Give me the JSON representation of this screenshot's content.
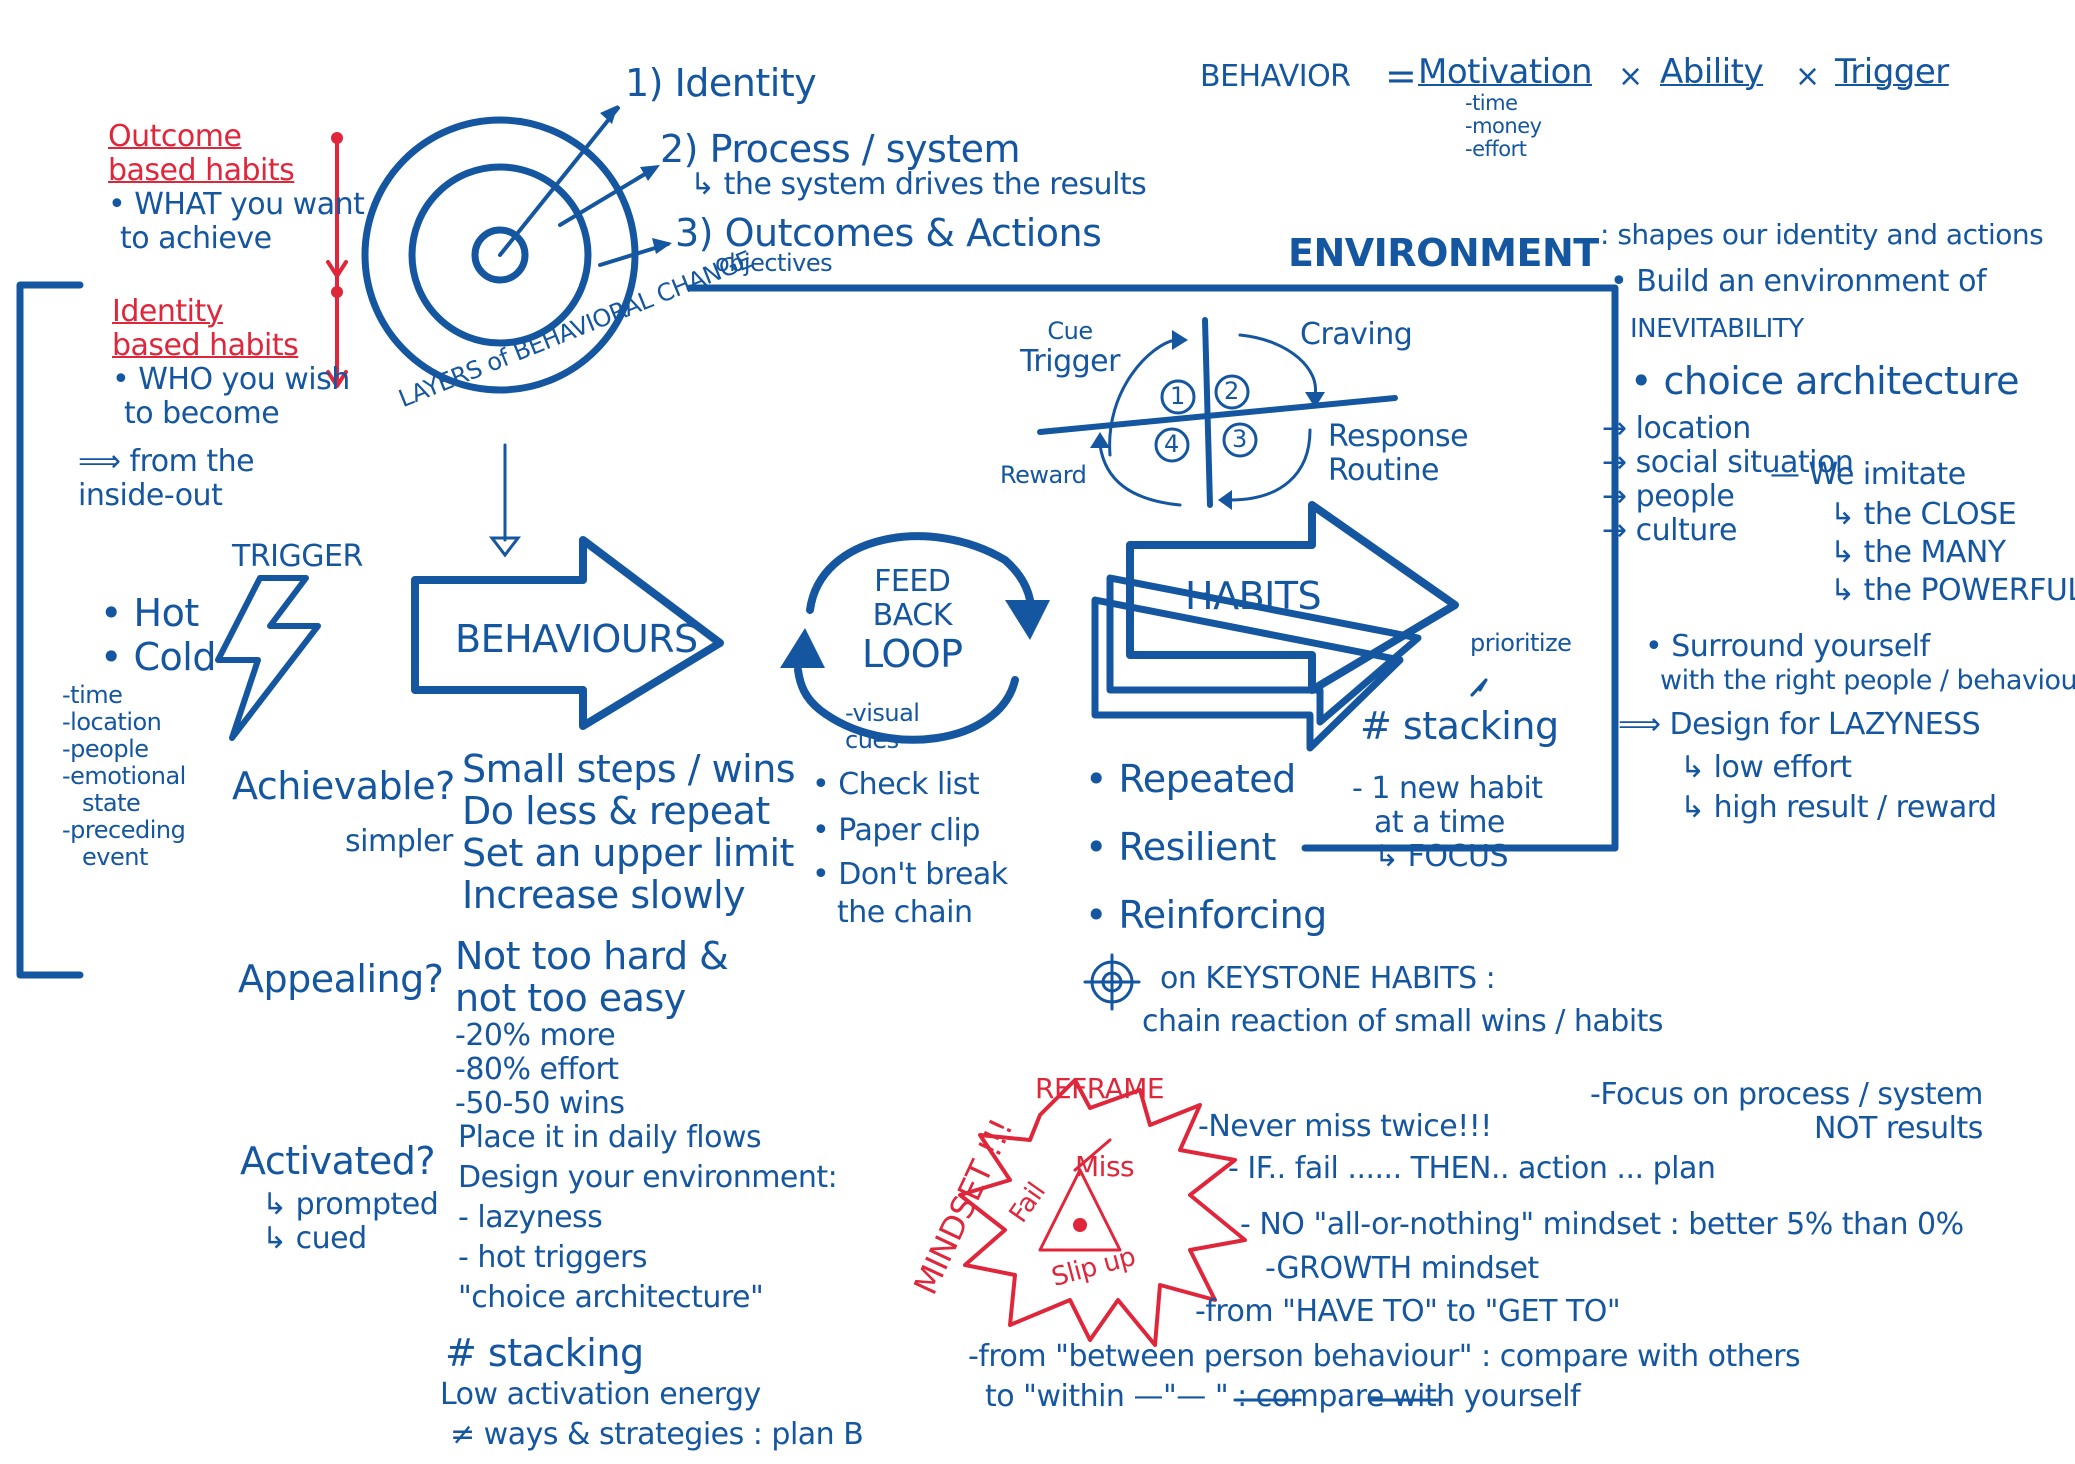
{
  "formula": {
    "behavior": "BEHAVIOR",
    "equals": "=",
    "motivation": "Motivation",
    "times1": "×",
    "ability": "Ability",
    "times2": "×",
    "trigger": "Trigger",
    "ability_notes": [
      "-time",
      "-money",
      "-effort"
    ]
  },
  "layers": {
    "caption": "LAYERS of BEHAVIORAL CHANGE",
    "items": [
      "1) Identity",
      "2) Process / system",
      "3) Outcomes & Actions"
    ],
    "process_note": "↳ the system drives the results",
    "outcome_note": "objectives"
  },
  "habit_types": {
    "outcome_title": "Outcome based habits",
    "outcome_desc": [
      "• WHAT you want",
      "to achieve"
    ],
    "identity_title": "Identity based habits",
    "identity_desc": [
      "• WHO you wish",
      "to become"
    ],
    "inside_out": "⟹ from the inside-out"
  },
  "trigger": {
    "title": "TRIGGER",
    "types": [
      "• Hot",
      "• Cold"
    ],
    "kinds": [
      "-time",
      "-location",
      "-people",
      "-emotional",
      "state",
      "-preceding",
      "event"
    ]
  },
  "behaviours": {
    "label": "BEHAVIOURS",
    "achievable": "Achievable?",
    "simpler": "simpler",
    "achievable_items": [
      "Small steps / wins",
      "Do less & repeat",
      "Set an upper limit",
      "Increase slowly"
    ],
    "appealing": "Appealing?",
    "appealing_items": [
      "Not too hard &",
      "not too easy",
      "-20% more",
      "-80% effort",
      "-50-50 wins"
    ],
    "activated": "Activated?",
    "activated_sub": [
      "↳ prompted",
      "↳ cued"
    ],
    "activated_items": [
      "Place it in daily flows",
      "Design your environment:",
      "- lazyness",
      "- hot triggers",
      "\"choice architecture\""
    ],
    "stacking": "# stacking",
    "low_energy": "Low activation energy",
    "ways": "≠ ways & strategies : plan B"
  },
  "feedback": {
    "label": [
      "FEED",
      "BACK",
      "LOOP"
    ],
    "sub": "-visual cues",
    "items": [
      "• Check list",
      "• Paper clip",
      "• Don't break",
      "the chain"
    ]
  },
  "habit_loop": {
    "cue": [
      "Cue",
      "Trigger"
    ],
    "craving": "Craving",
    "response": [
      "Response",
      "Routine"
    ],
    "reward": "Reward",
    "numbers": [
      "1",
      "2",
      "3",
      "4"
    ]
  },
  "habits": {
    "label": "HABITS",
    "prioritize": "prioritize",
    "stacking": "# stacking",
    "one_at_time": [
      "- 1 new habit",
      "at a time",
      "↳ FOCUS"
    ],
    "r_items": [
      "• Repeated",
      "• Resilient",
      "• Reinforcing"
    ],
    "keystone": "on KEYSTONE HABITS :",
    "chain": "chain reaction of small wins / habits"
  },
  "environment": {
    "title": "ENVIRONMENT",
    "shapes": ": shapes our identity and actions",
    "build": "• Build an environment of",
    "inevitability": "INEVITABILITY",
    "choice": "• choice architecture",
    "factors": [
      "→ location",
      "→ social situation",
      "→ people",
      "→ culture"
    ],
    "imitate": "— We imitate",
    "imitate_items": [
      "↳ the CLOSE",
      "↳ the MANY",
      "↳ the POWERFUL"
    ],
    "surround": [
      "• Surround yourself",
      "with the right people / behaviour"
    ],
    "lazy": "⟹ Design for LAZYNESS",
    "lazy_items": [
      "↳ low effort",
      "↳ high result / reward"
    ]
  },
  "mindset": {
    "vertical": "MINDSET !!!",
    "reframe": "REFRAME",
    "words": [
      "Fail",
      "Miss",
      "Slip up"
    ],
    "never": "-Never miss twice!!!",
    "focus": [
      "-Focus on process / system",
      "NOT results"
    ],
    "iffail": "- IF.. fail ...... THEN.. action ... plan",
    "no_all": "- NO \"all-or-nothing\" mindset : better 5% than 0%",
    "growth": "-GROWTH mindset",
    "have_to": "-from \"HAVE TO\" to \"GET TO\"",
    "between": "-from \"between person behaviour\" : compare with others",
    "within": "to \"within —\"— \" : compare with yourself"
  },
  "colors": {
    "blue": "#1556a0",
    "red": "#e0263a"
  }
}
